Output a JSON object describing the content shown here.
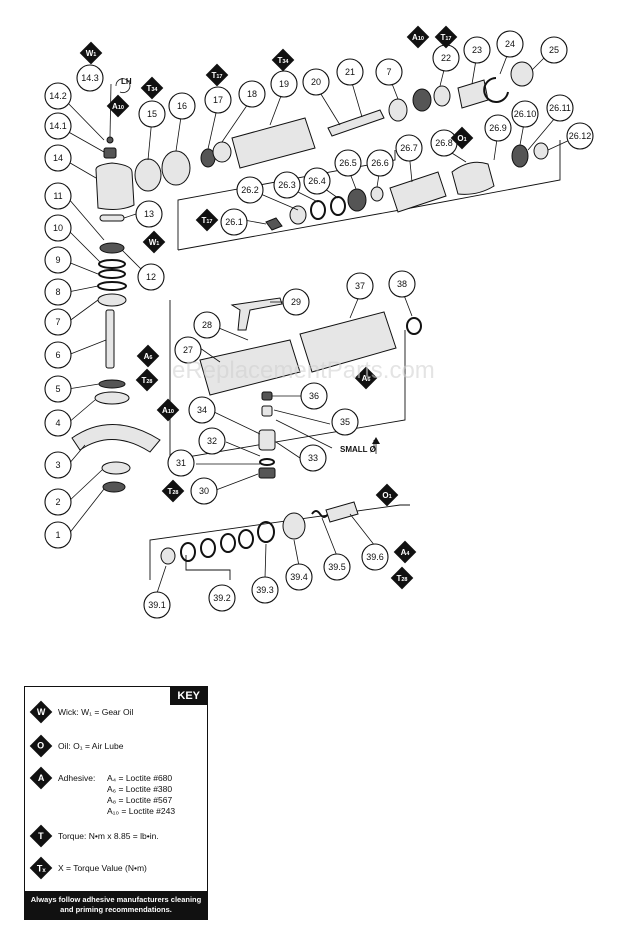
{
  "callouts": [
    {
      "label": "14.3"
    },
    {
      "label": "14.2"
    },
    {
      "label": "14.1"
    },
    {
      "label": "14"
    },
    {
      "label": "11"
    },
    {
      "label": "10"
    },
    {
      "label": "9"
    },
    {
      "label": "8"
    },
    {
      "label": "7"
    },
    {
      "label": "6"
    },
    {
      "label": "5"
    },
    {
      "label": "4"
    },
    {
      "label": "3"
    },
    {
      "label": "2"
    },
    {
      "label": "1"
    },
    {
      "label": "13"
    },
    {
      "label": "12"
    },
    {
      "label": "15"
    },
    {
      "label": "16"
    },
    {
      "label": "17"
    },
    {
      "label": "18"
    },
    {
      "label": "19"
    },
    {
      "label": "20"
    },
    {
      "label": "21"
    },
    {
      "label": "7"
    },
    {
      "label": "22"
    },
    {
      "label": "23"
    },
    {
      "label": "24"
    },
    {
      "label": "25"
    },
    {
      "label": "26.1"
    },
    {
      "label": "26.2"
    },
    {
      "label": "26.3"
    },
    {
      "label": "26.4"
    },
    {
      "label": "26.5"
    },
    {
      "label": "26.6"
    },
    {
      "label": "26.7"
    },
    {
      "label": "26.8"
    },
    {
      "label": "26.9"
    },
    {
      "label": "26.10"
    },
    {
      "label": "26.11"
    },
    {
      "label": "26.12"
    },
    {
      "label": "27"
    },
    {
      "label": "28"
    },
    {
      "label": "29"
    },
    {
      "label": "37"
    },
    {
      "label": "38"
    },
    {
      "label": "36"
    },
    {
      "label": "35"
    },
    {
      "label": "34"
    },
    {
      "label": "33"
    },
    {
      "label": "32"
    },
    {
      "label": "31"
    },
    {
      "label": "30"
    },
    {
      "label": "39.1"
    },
    {
      "label": "39.2"
    },
    {
      "label": "39.3"
    },
    {
      "label": "39.4"
    },
    {
      "label": "39.5"
    },
    {
      "label": "39.6"
    }
  ],
  "badges": [
    {
      "main": "W",
      "sub": "1"
    },
    {
      "main": "A",
      "sub": "10"
    },
    {
      "main": "T",
      "sub": "34"
    },
    {
      "main": "T",
      "sub": "17"
    },
    {
      "main": "T",
      "sub": "34"
    },
    {
      "main": "A",
      "sub": "10"
    },
    {
      "main": "T",
      "sub": "17"
    },
    {
      "main": "O",
      "sub": "1"
    },
    {
      "main": "T",
      "sub": "17"
    },
    {
      "main": "W",
      "sub": "1"
    },
    {
      "main": "A",
      "sub": "6"
    },
    {
      "main": "T",
      "sub": "28"
    },
    {
      "main": "A",
      "sub": "6"
    },
    {
      "main": "A",
      "sub": "10"
    },
    {
      "main": "T",
      "sub": "28"
    },
    {
      "main": "O",
      "sub": "1"
    },
    {
      "main": "A",
      "sub": "4"
    },
    {
      "main": "T",
      "sub": "28"
    }
  ],
  "annotations": {
    "lh": "LH",
    "small_dia": "SMALL Ø",
    "watermark": "eReplacementParts.com"
  },
  "key": {
    "title": "KEY",
    "wick": {
      "symbol": "W",
      "text": "Wick: W₁ = Gear Oil"
    },
    "oil": {
      "symbol": "O",
      "text": "Oil: O₁ = Air Lube"
    },
    "adhesive": {
      "symbol": "A",
      "label": "Adhesive:",
      "items": [
        "A₄ = Loctite #680",
        "A₆ = Loctite #380",
        "A₈ = Loctite #567",
        "A₁₀ = Loctite #243"
      ]
    },
    "torque": {
      "symbol": "T",
      "text": "Torque: N•m x 8.85 = lb•in."
    },
    "torque_value": {
      "symbol": "Tₓ",
      "text": "X = Torque Value (N•m)"
    },
    "footer": "Always follow adhesive manufacturers cleaning and priming recommendations."
  }
}
